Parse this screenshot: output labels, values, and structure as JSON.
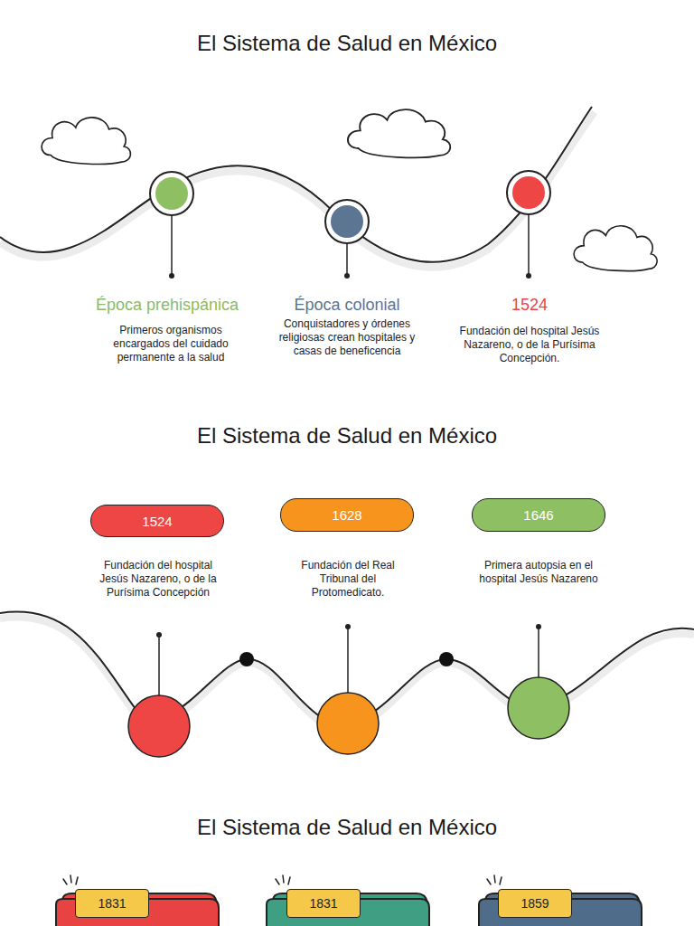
{
  "diagram": {
    "title": "El Sistema de Salud en México",
    "nodes": [
      {
        "text": [
          "1524"
        ]
      },
      {
        "text": [
          "1628"
        ]
      },
      {
        "text": [
          "1646"
        ]
      },
      {
        "text": [
          "1831"
        ]
      },
      {
        "text": [
          "1831"
        ]
      },
      {
        "text": [
          "1859"
        ]
      }
    ],
    "labels": [
      "Época prehispánica",
      "Primeros organismos encargados del cuidado permanente a la salud",
      "Época colonial",
      "Conquistadores y órdenes religiosas crean hospitales y casas de beneficencia",
      "1524",
      "Fundación del hospital Jesús Nazareno, o de la Purísima Concepción.",
      "El Sistema de Salud en México",
      "Fundación del hospital Jesús Nazareno, o de la Purísima Concepción",
      "Fundación del Real Tribunal del Protomedicato.",
      "Primera autopsia en el hospital Jesús Nazareno",
      "El Sistema de Salud en México"
    ]
  }
}
